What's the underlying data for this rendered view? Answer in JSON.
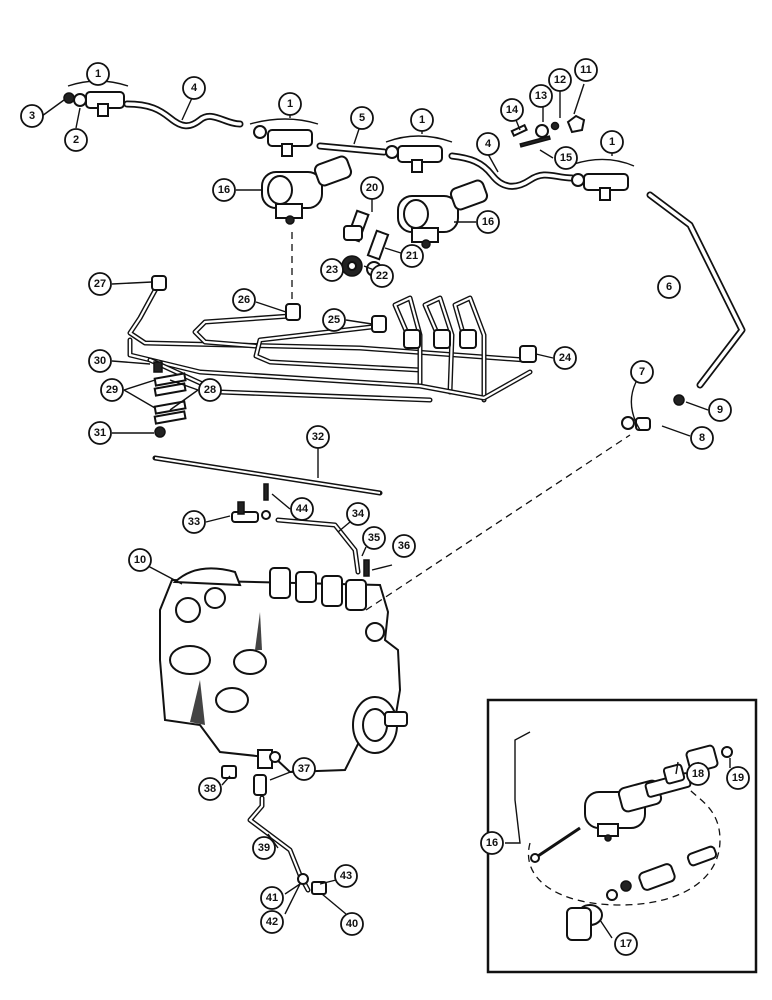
{
  "callouts": [
    "1",
    "2",
    "3",
    "4",
    "5",
    "6",
    "7",
    "8",
    "9",
    "10",
    "11",
    "12",
    "13",
    "14",
    "15",
    "16",
    "17",
    "18",
    "19",
    "20",
    "21",
    "22",
    "23",
    "24",
    "25",
    "26",
    "27",
    "28",
    "29",
    "30",
    "31",
    "32",
    "33",
    "34",
    "35",
    "36",
    "37",
    "38",
    "39",
    "40",
    "41",
    "42",
    "43",
    "44"
  ],
  "colors": {
    "ink": "#111111",
    "paper": "#ffffff"
  }
}
